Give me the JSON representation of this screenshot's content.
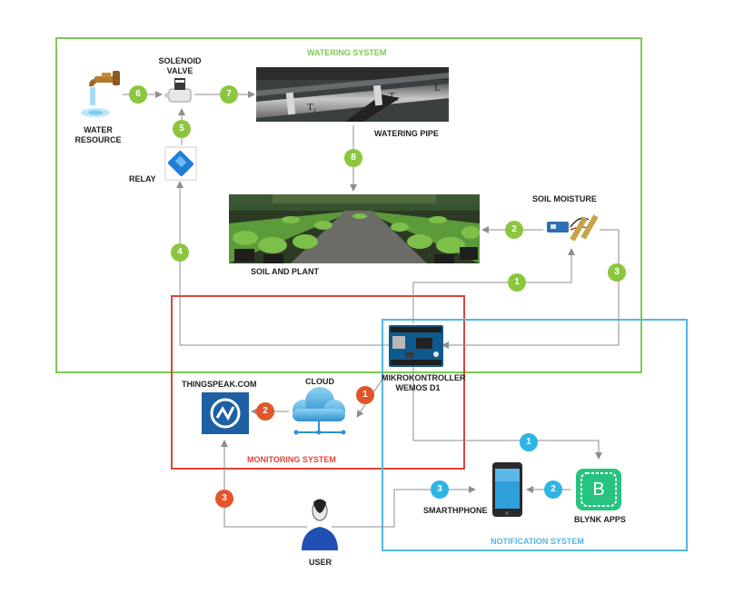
{
  "systems": {
    "watering": {
      "label": "WATERING SYSTEM",
      "color": "#7dc855"
    },
    "monitoring": {
      "label": "MONITORING SYSTEM",
      "color": "#d9443b"
    },
    "notification": {
      "label": "NOTIFICATION SYSTEM",
      "color": "#4fb8e4"
    }
  },
  "components": {
    "water_resource": [
      "WATER",
      "RESOURCE"
    ],
    "solenoid_valve": [
      "SOLENOID",
      "VALVE"
    ],
    "watering_pipe": "WATERING PIPE",
    "pipe_marks": [
      "T₁",
      "T₂",
      "L"
    ],
    "relay": "RELAY",
    "soil_and_plant": "SOIL AND PLANT",
    "soil_moisture": "SOIL MOISTURE",
    "microcontroller": [
      "MIKROKONTROLLER",
      "WEMOS D1"
    ],
    "cloud": "CLOUD",
    "thingspeak": "THINGSPEAK.COM",
    "smartphone": "SMARTHPHONE",
    "blynk": "BLYNK APPS",
    "blynk_letter": "B",
    "user": "USER"
  },
  "steps": {
    "green": [
      "1",
      "2",
      "3",
      "4",
      "5",
      "6",
      "7",
      "8"
    ],
    "red": [
      "1",
      "2",
      "3"
    ],
    "blue": [
      "1",
      "2",
      "3"
    ]
  },
  "colors": {
    "green_badge": "#8cc63f",
    "red_badge": "#e2552a",
    "blue_badge": "#2fb4e6",
    "arrow": "#8e8e8e"
  }
}
